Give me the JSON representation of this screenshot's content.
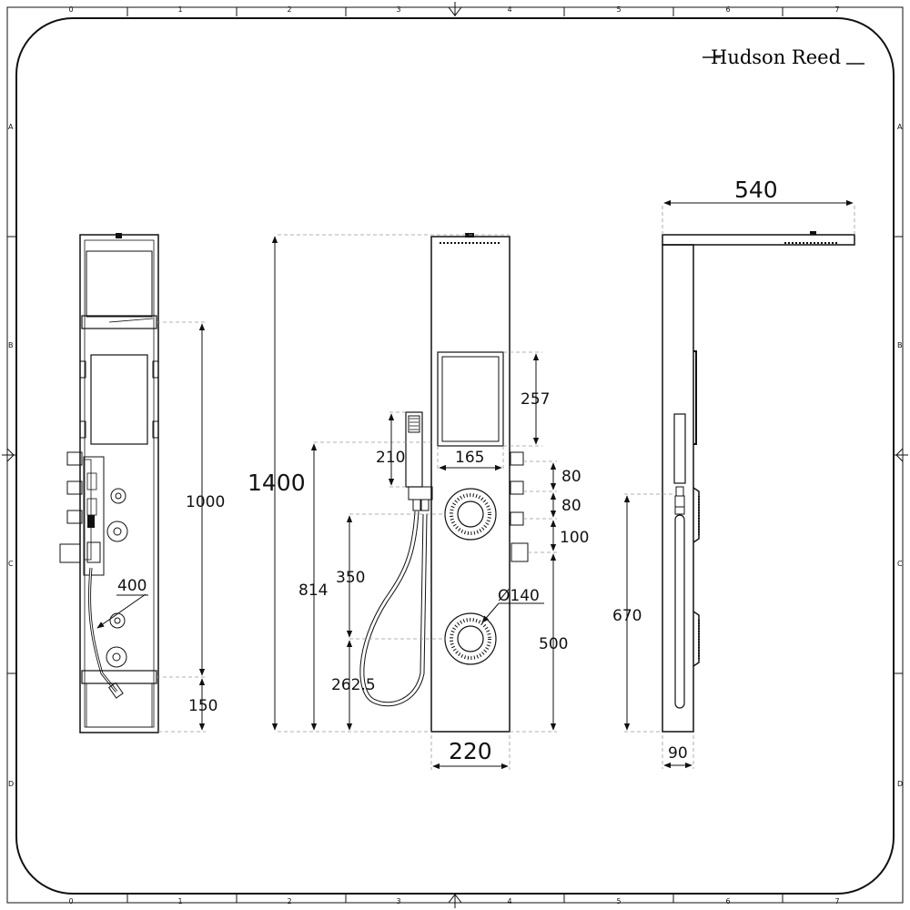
{
  "brand": {
    "name": "Hudson Reed"
  },
  "border": {
    "column_labels": [
      "0",
      "1",
      "2",
      "3",
      "4",
      "5",
      "6",
      "7"
    ],
    "row_labels": [
      "A",
      "B",
      "C",
      "D"
    ]
  },
  "dimensions": {
    "front": {
      "total_height": "1000",
      "bottom_section": "150",
      "hose_length": "400"
    },
    "side": {
      "overall_height": "1400",
      "handset_height": "210",
      "handset_mount_height": "814",
      "hose_upper": "350",
      "hose_lower": "262.5",
      "panel_width": "220",
      "display_height": "257",
      "display_width": "165",
      "valve_spacing_1": "80",
      "valve_spacing_2": "80",
      "valve_spacing_3": "100",
      "jet_spacing": "500",
      "jet_diameter": "Ø140"
    },
    "profile": {
      "overhead_width": "540",
      "bar_height": "670",
      "depth": "90"
    }
  }
}
